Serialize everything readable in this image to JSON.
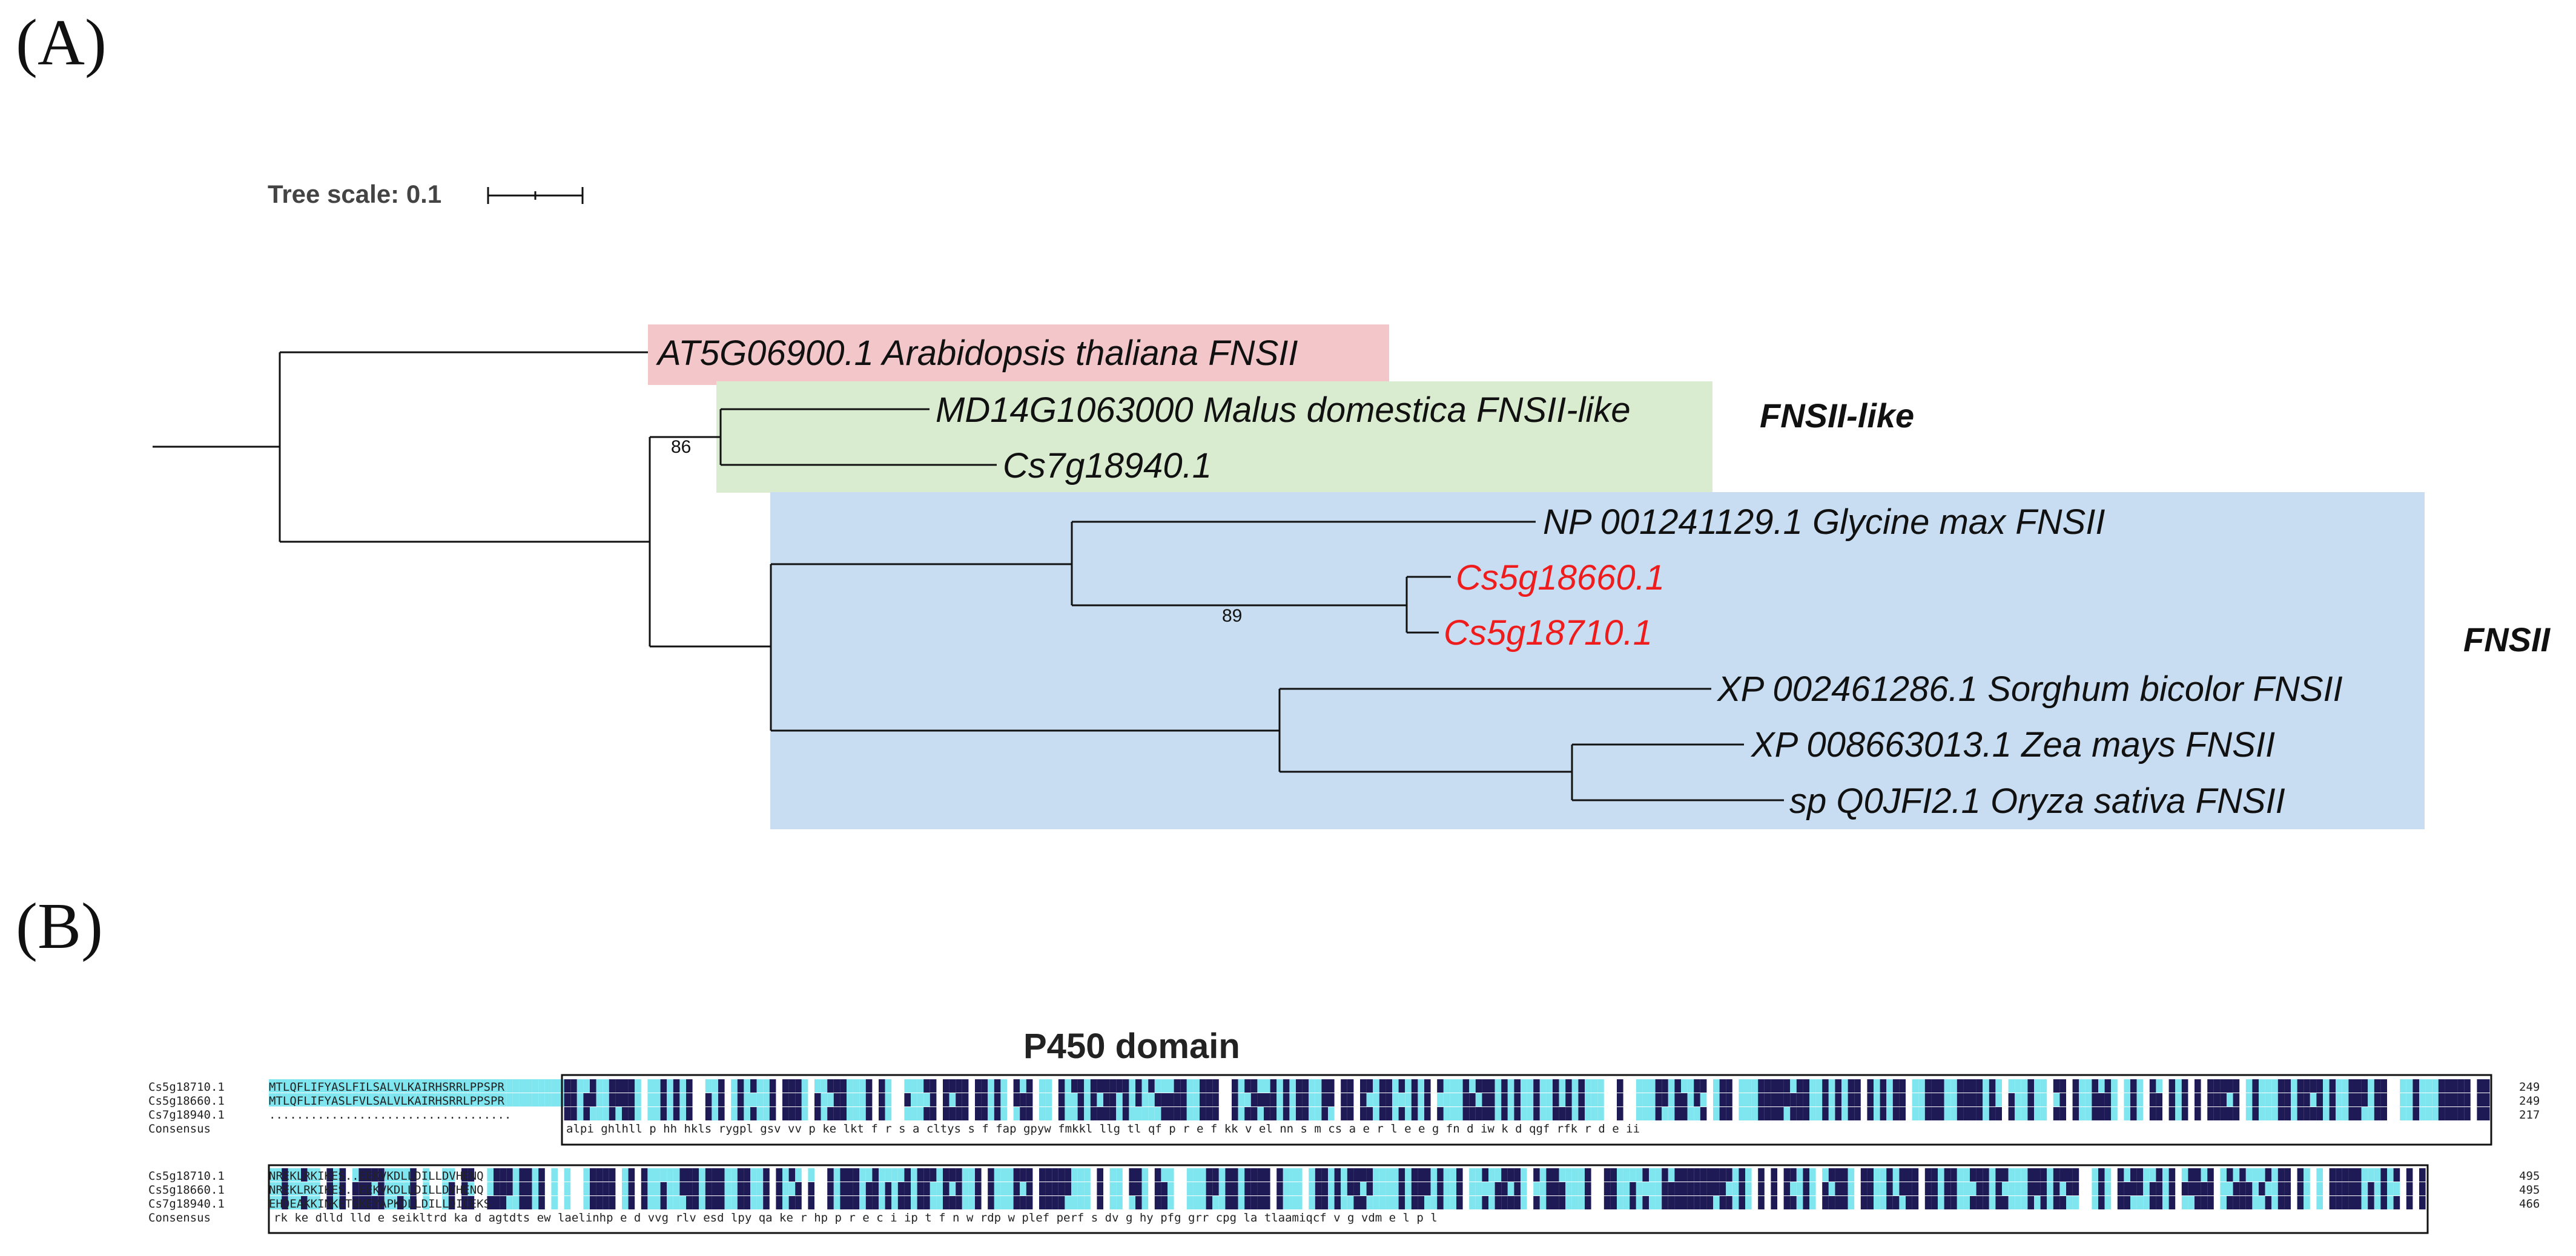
{
  "panels": {
    "a_label": "(A)",
    "b_label": "(B)"
  },
  "tree": {
    "scale_label": "Tree scale: 0.1",
    "leaves": [
      {
        "id": "at",
        "label": "AT5G06900.1 Arabidopsis thaliana FNSII",
        "color": "#111111"
      },
      {
        "id": "md",
        "label": "MD14G1063000 Malus domestica FNSII-like",
        "color": "#111111"
      },
      {
        "id": "cs7",
        "label": "Cs7g18940.1",
        "color": "#111111"
      },
      {
        "id": "np",
        "label": "NP 001241129.1 Glycine max FNSII",
        "color": "#111111"
      },
      {
        "id": "cs5a",
        "label": "Cs5g18660.1",
        "color": "#ee1c1c"
      },
      {
        "id": "cs5b",
        "label": "Cs5g18710.1",
        "color": "#ee1c1c"
      },
      {
        "id": "xp1",
        "label": "XP 002461286.1 Sorghum bicolor FNSII",
        "color": "#111111"
      },
      {
        "id": "xp2",
        "label": "XP 008663013.1 Zea mays FNSII",
        "color": "#111111"
      },
      {
        "id": "sp",
        "label": "sp Q0JFI2.1 Oryza sativa FNSII",
        "color": "#111111"
      }
    ],
    "bootstrap": [
      {
        "node": "fnsII-like",
        "value": "86"
      },
      {
        "node": "cs5-pair",
        "value": "89"
      }
    ],
    "groups": [
      {
        "id": "fnsII-like",
        "label": "FNSII-like",
        "fill": "#d9ecd0"
      },
      {
        "id": "fnsII",
        "label": "FNSII",
        "fill": "#c8ddf1"
      },
      {
        "id": "arabidopsis",
        "label": "",
        "fill": "#f3c7c9"
      }
    ]
  },
  "alignment": {
    "domain_label": "P450 domain",
    "block1": {
      "rows": [
        {
          "name": "Cs5g18710.1",
          "end": "249"
        },
        {
          "name": "Cs5g18660.1",
          "end": "249"
        },
        {
          "name": "Cs7g18940.1",
          "end": "217"
        }
      ],
      "consensus_label": "Consensus",
      "consensus": "alpi ghlhll p  hh  hkls rygpl     gsv  vv   p    ke lkt     f    r  s a   cltys    s  f fap gpyw fmkkl    llg  tl qf p r  e     f   kk    v    el       nn  s m      cs      a e r l  e   e  g fn  d iw  k  d qgf  rfk   r  d   e ii"
    },
    "block2": {
      "rows": [
        {
          "name": "Cs5g18710.1",
          "end": "495"
        },
        {
          "name": "Cs5g18660.1",
          "end": "495"
        },
        {
          "name": "Cs7g18940.1",
          "end": "466"
        }
      ],
      "consensus_label": "Consensus",
      "consensus": "rk  ke          dlld lld  e   seikltrd  ka  d   agtdts    ew laelinhp          e d vvg  rlv esd   lpy qa  ke  r hp  p  r   e c i    ip  t f n w  rdp  w  plef perf       s  dv g hy  pfg grr cpg  la     tlaamiqcf    v   g  vdm e   l  p      l"
    },
    "seq_start": {
      "block1": [
        "MTLQFLIFYASLFILSALVLKAIRHSRRLPPSPR",
        "MTLQFLIFYASLFVLSALVLKAIRHSRRLPPSPR",
        "..................................."
      ],
      "block2": [
        "NREKLRKIKES..EEKVKDLLDILLDVHENQ",
        "NREKLRKIKES..EEKVKDLLDILLDVHENQ",
        "EHQEAKKINKETGKEYAPKDLLDILLDICEKS"
      ]
    }
  }
}
